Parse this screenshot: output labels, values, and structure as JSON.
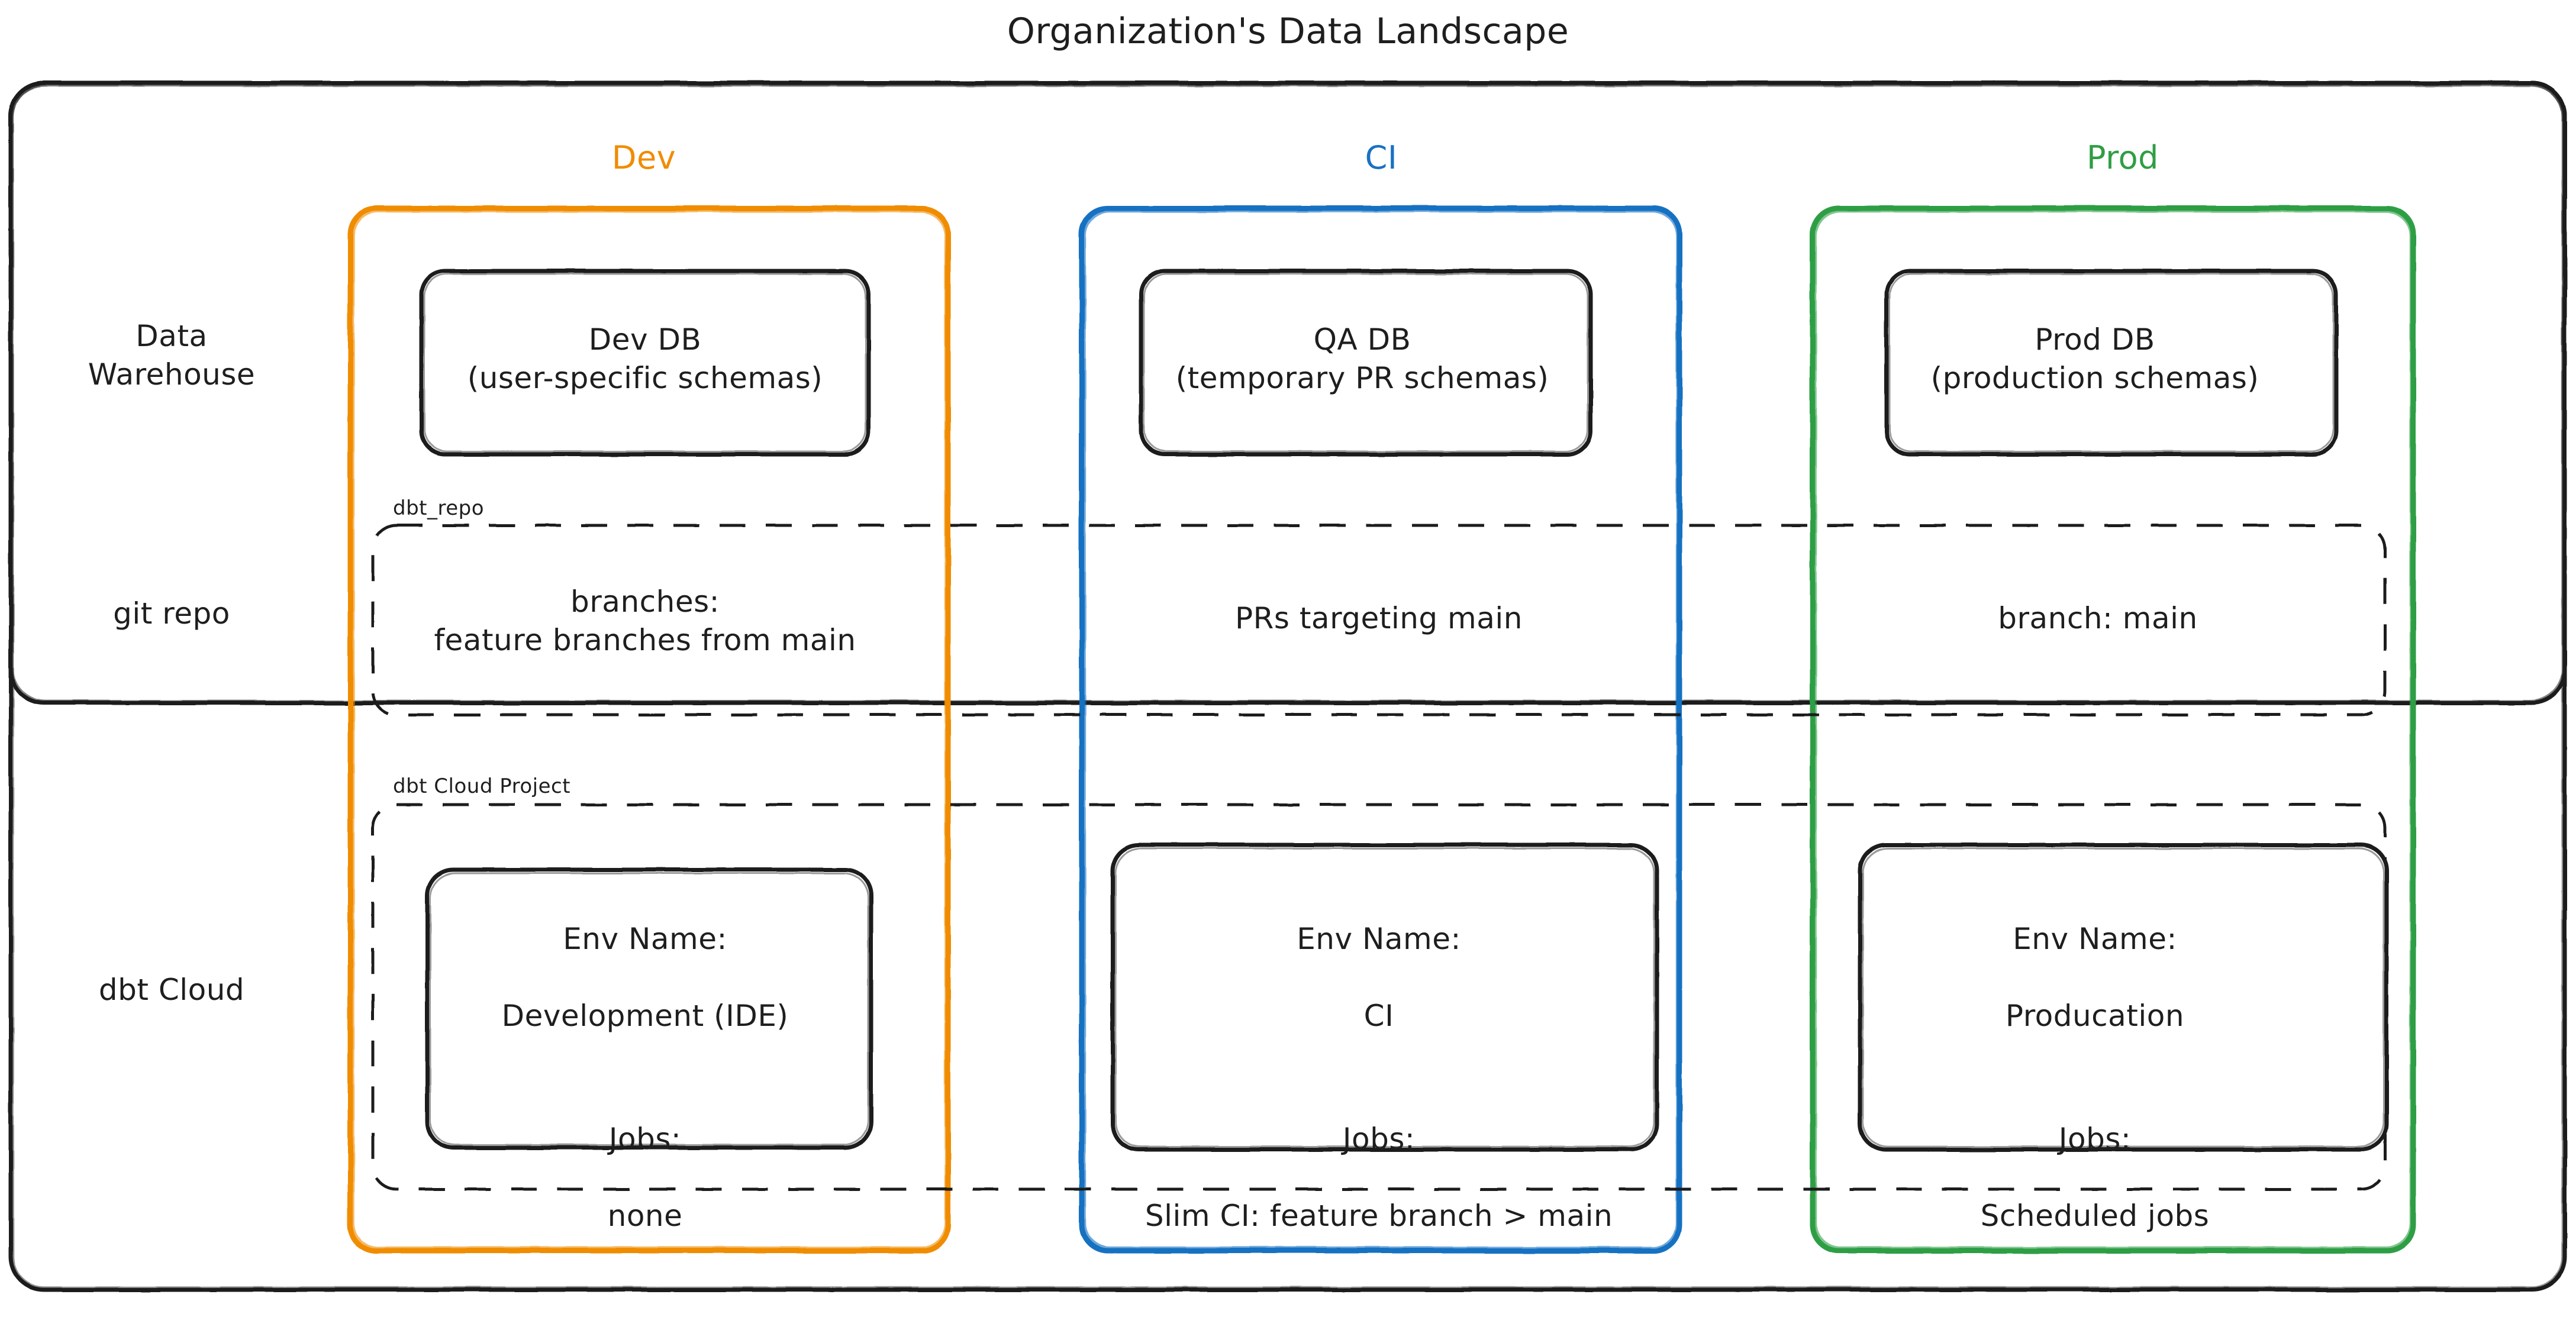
{
  "title": "Organization's Data Landscape",
  "colors": {
    "dev": "#f08c00",
    "ci": "#1971c2",
    "prod": "#2f9e44",
    "stroke": "#1e1e1e",
    "background": "#ffffff"
  },
  "columns": [
    {
      "key": "dev",
      "label": "Dev",
      "color": "#f08c00"
    },
    {
      "key": "ci",
      "label": "CI",
      "color": "#1971c2"
    },
    {
      "key": "prod",
      "label": "Prod",
      "color": "#2f9e44"
    }
  ],
  "rows": [
    {
      "key": "warehouse",
      "label": "Data\nWarehouse"
    },
    {
      "key": "git",
      "label": "git repo"
    },
    {
      "key": "dbtcloud",
      "label": "dbt Cloud"
    }
  ],
  "groups": [
    {
      "key": "dbt_repo",
      "label": "dbt_repo"
    },
    {
      "key": "dbt_cloud_project",
      "label": "dbt Cloud Project"
    }
  ],
  "cards": {
    "warehouse": {
      "dev": "Dev DB\n(user-specific schemas)",
      "ci": "QA DB\n(temporary PR schemas)",
      "prod": "Prod DB\n(production schemas)"
    },
    "git": {
      "dev": "branches:\nfeature branches from main",
      "ci": "PRs targeting main",
      "prod": "branch: main"
    },
    "dbtcloud": {
      "dev": {
        "env_label": "Env Name:",
        "env_value": "Development (IDE)",
        "jobs_label": "Jobs:",
        "jobs_value": "none"
      },
      "ci": {
        "env_label": "Env Name:",
        "env_value": "CI",
        "jobs_label": "Jobs:",
        "jobs_value": "Slim CI: feature branch > main"
      },
      "prod": {
        "env_label": "Env Name:",
        "env_value": "Producation",
        "jobs_label": "Jobs:",
        "jobs_value": "Scheduled jobs"
      }
    }
  }
}
